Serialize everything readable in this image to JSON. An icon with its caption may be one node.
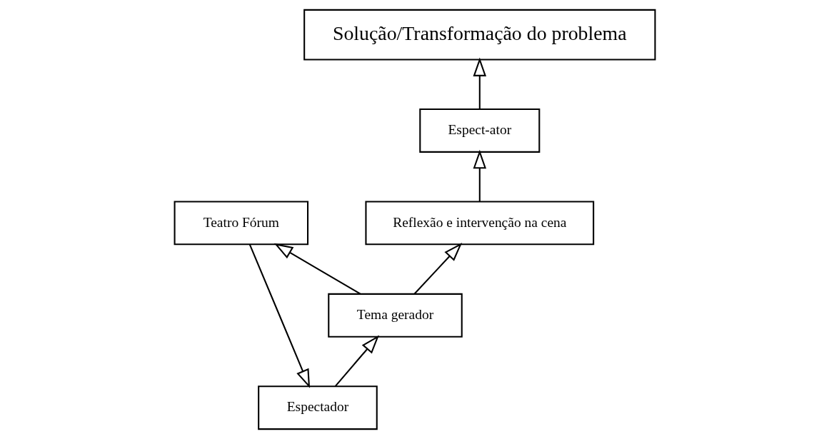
{
  "diagram": {
    "nodes": [
      {
        "text": [
          "Espectador"
        ]
      },
      {
        "text": [
          "Tema gerador"
        ]
      },
      {
        "text": [
          "Teatro Fórum"
        ]
      },
      {
        "text": [
          "Reflexão e intervenção na cena"
        ]
      },
      {
        "text": [
          "Espect-ator"
        ]
      },
      {
        "text": [
          "Solução/Transformação do problema"
        ]
      }
    ],
    "edges": [
      {
        "from": 2,
        "to": 0,
        "arrow": "to"
      },
      {
        "from": 0,
        "to": 1,
        "arrow": "to"
      },
      {
        "from": 1,
        "to": 2,
        "arrow": "to"
      },
      {
        "from": 1,
        "to": 3,
        "arrow": "to"
      },
      {
        "from": 3,
        "to": 4,
        "arrow": "to"
      },
      {
        "from": 4,
        "to": 5,
        "arrow": "to"
      }
    ]
  }
}
